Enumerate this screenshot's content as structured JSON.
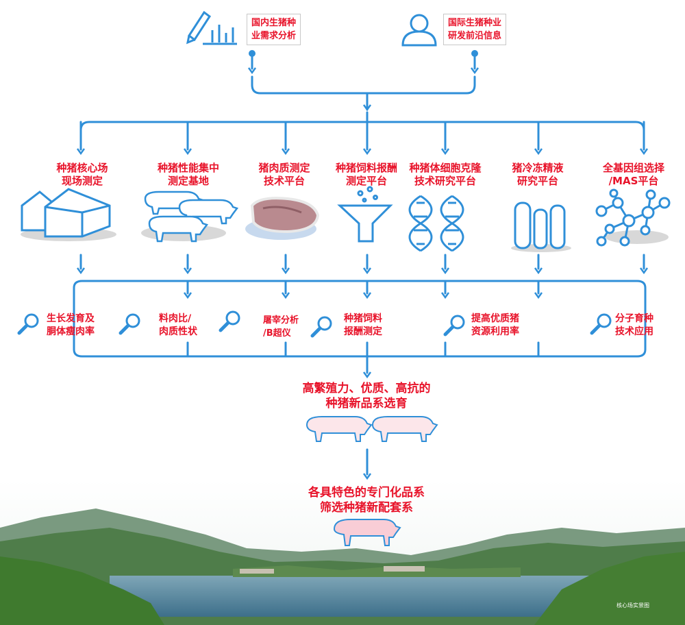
{
  "top_sources": [
    {
      "text": "国内生猪种\n业需求分析",
      "icon": "pencil-chart-icon"
    },
    {
      "text": "国际生猪种业\n研发前沿信息",
      "icon": "person-icon"
    }
  ],
  "platforms": [
    {
      "text": "种猪核心场\n现场测定",
      "icon": "farm-houses-icon"
    },
    {
      "text": "种猪性能集中\n测定基地",
      "icon": "pigs-icon"
    },
    {
      "text": "猪肉质测定\n技术平台",
      "icon": "meat-icon"
    },
    {
      "text": "种猪饲料报酬\n测定平台",
      "icon": "funnel-icon"
    },
    {
      "text": "种猪体细胞克隆\n技术研究平台",
      "icon": "dna-icon"
    },
    {
      "text": "猪冷冻精液\n研究平台",
      "icon": "test-tubes-icon"
    },
    {
      "text": "全基因组选择\n/MAS平台",
      "icon": "molecule-network-icon"
    }
  ],
  "analyses": [
    {
      "text": "生长发育及\n胴体瘦肉率",
      "icon": "magnifier-icon"
    },
    {
      "text": "料肉比/\n肉质性状",
      "icon": "magnifier-icon"
    },
    {
      "text": "屠宰分析\n/B超仪",
      "icon": "magnifier-icon"
    },
    {
      "text": "种猪饲料\n报酬测定",
      "icon": "magnifier-icon"
    },
    {
      "text": "提高优质猪\n资源利用率",
      "icon": "magnifier-icon"
    },
    {
      "text": "分子育种\n技术应用",
      "icon": "magnifier-icon"
    }
  ],
  "result1": "高繁殖力、优质、高抗的\n种猪新品系选育",
  "result2": "各具特色的专门化品系\n筛选种猪新配套系",
  "caption": "核心场实景图",
  "colors": {
    "line": "#2f8fd8",
    "text": "#e8132a"
  }
}
